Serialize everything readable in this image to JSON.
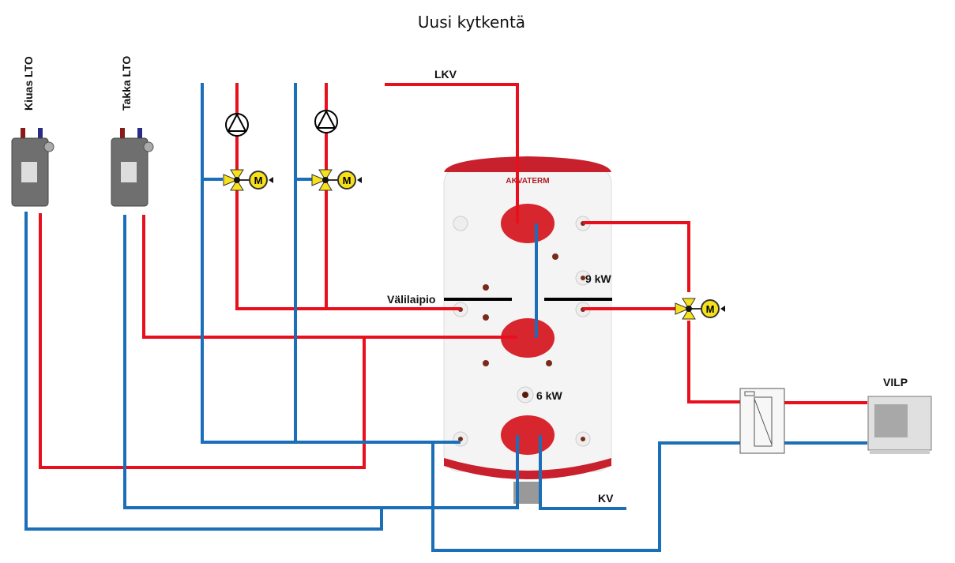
{
  "title": "Uusi kytkentä",
  "labels": {
    "kiuas": "Kiuas LTO",
    "takka": "Takka LTO",
    "lkv": "LKV",
    "valilaipio": "Välilaipio",
    "kw9": "9 kW",
    "kw6": "6 kW",
    "kv": "KV",
    "vilp": "VILP",
    "brand": "AKVATERM"
  },
  "colors": {
    "hot_pipe": "#e8101c",
    "cold_pipe": "#1a6fb8",
    "tank_red": "#d0202c",
    "valve_yellow": "#f7e11a"
  }
}
